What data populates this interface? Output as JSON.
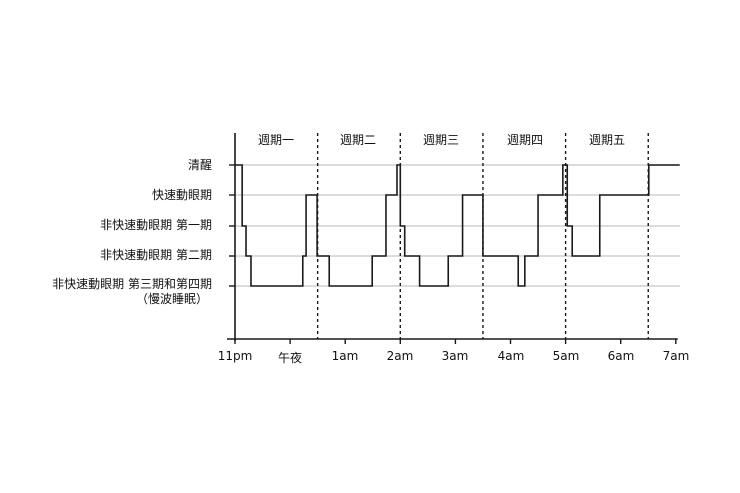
{
  "chart_data": {
    "type": "line",
    "subtype": "step (hypnogram)",
    "title": "",
    "xlabel": "",
    "ylabel": "",
    "x_tick_labels": [
      "11pm",
      "午夜",
      "1am",
      "2am",
      "3am",
      "4am",
      "5am",
      "6am",
      "7am"
    ],
    "x_ticks_hours_from_11pm": [
      0,
      1,
      2,
      3,
      4,
      5,
      6,
      7,
      8
    ],
    "xlim_hours_from_11pm": [
      0,
      8.07
    ],
    "y_levels": [
      {
        "key": "wake",
        "label": "清醒"
      },
      {
        "key": "rem",
        "label": "快速動眼期"
      },
      {
        "key": "n1",
        "label": "非快速動眼期 第一期"
      },
      {
        "key": "n2",
        "label": "非快速動眼期 第二期"
      },
      {
        "key": "n34",
        "label": "非快速動眼期 第三期和第四期",
        "sublabel": "（慢波睡眠）"
      }
    ],
    "cycles": [
      {
        "label": "週期一",
        "start": 0.0,
        "end": 1.5
      },
      {
        "label": "週期二",
        "start": 1.5,
        "end": 3.0
      },
      {
        "label": "週期三",
        "start": 3.0,
        "end": 4.5
      },
      {
        "label": "週期四",
        "start": 4.5,
        "end": 6.0
      },
      {
        "label": "週期五",
        "start": 6.0,
        "end": 7.5
      }
    ],
    "cycle_boundaries_hours": [
      1.5,
      3.0,
      4.5,
      6.0,
      7.5
    ],
    "series": [
      {
        "name": "睡眠階段",
        "steps": [
          {
            "stage": "wake",
            "from": 0.0,
            "to": 0.13
          },
          {
            "stage": "n1",
            "from": 0.13,
            "to": 0.2
          },
          {
            "stage": "n2",
            "from": 0.2,
            "to": 0.29
          },
          {
            "stage": "n34",
            "from": 0.29,
            "to": 1.23
          },
          {
            "stage": "n2",
            "from": 1.23,
            "to": 1.29
          },
          {
            "stage": "rem",
            "from": 1.29,
            "to": 1.49
          },
          {
            "stage": "n2",
            "from": 1.49,
            "to": 1.71
          },
          {
            "stage": "n34",
            "from": 1.71,
            "to": 2.49
          },
          {
            "stage": "n2",
            "from": 2.49,
            "to": 2.74
          },
          {
            "stage": "rem",
            "from": 2.74,
            "to": 2.94
          },
          {
            "stage": "wake",
            "from": 2.94,
            "to": 3.0
          },
          {
            "stage": "n1",
            "from": 3.0,
            "to": 3.08
          },
          {
            "stage": "n2",
            "from": 3.08,
            "to": 3.35
          },
          {
            "stage": "n34",
            "from": 3.35,
            "to": 3.87
          },
          {
            "stage": "n2",
            "from": 3.87,
            "to": 4.13
          },
          {
            "stage": "rem",
            "from": 4.13,
            "to": 4.5
          },
          {
            "stage": "n2",
            "from": 4.5,
            "to": 5.14
          },
          {
            "stage": "n34",
            "from": 5.14,
            "to": 5.26
          },
          {
            "stage": "n2",
            "from": 5.26,
            "to": 5.5
          },
          {
            "stage": "rem",
            "from": 5.5,
            "to": 5.95
          },
          {
            "stage": "wake",
            "from": 5.95,
            "to": 6.03
          },
          {
            "stage": "n1",
            "from": 6.03,
            "to": 6.12
          },
          {
            "stage": "n2",
            "from": 6.12,
            "to": 6.62
          },
          {
            "stage": "rem",
            "from": 6.62,
            "to": 7.51
          },
          {
            "stage": "wake",
            "from": 7.51,
            "to": 8.07
          }
        ]
      }
    ],
    "grid": "horizontal gray lines at each stage level",
    "legend": "none",
    "colors": {
      "trace": "#1a1a1a",
      "grid": "#c8c8c8",
      "axis": "#1a1a1a",
      "cycle_divider": "#1a1a1a"
    }
  }
}
